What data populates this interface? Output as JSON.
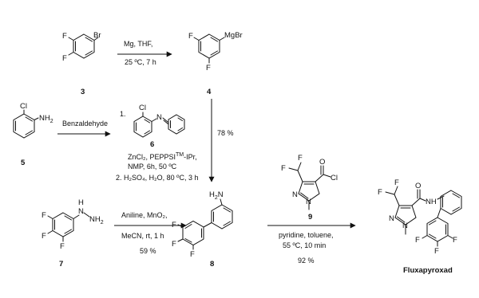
{
  "compounds": {
    "c3": {
      "number": "3",
      "atoms": {
        "f1": "F",
        "f2": "F",
        "br": "Br"
      }
    },
    "c4": {
      "number": "4",
      "atoms": {
        "f1": "F",
        "f2": "F",
        "mgbr": "MgBr"
      }
    },
    "c5": {
      "number": "5",
      "atoms": {
        "cl": "Cl",
        "nh2": "NH",
        "nh2_sub": "2"
      }
    },
    "c6": {
      "number": "6",
      "atoms": {
        "cl": "Cl",
        "n": "N"
      }
    },
    "c7": {
      "number": "7",
      "atoms": {
        "f1": "F",
        "f2": "F",
        "f3": "F",
        "nh": "H",
        "nh_n": "N",
        "n2": "N",
        "nh2": "NH",
        "nh2_sub": "2"
      }
    },
    "c8": {
      "number": "8",
      "atoms": {
        "h2n": "H",
        "h2n_sub": "2",
        "h2n_n": "N",
        "f1": "F",
        "f2": "F",
        "f3": "F"
      }
    },
    "c9": {
      "number": "9",
      "atoms": {
        "f1": "F",
        "f2": "F",
        "o": "O",
        "cl": "Cl",
        "n1": "N",
        "n2": "N"
      }
    },
    "fluxapyroxad": {
      "name": "Fluxapyroxad",
      "atoms": {
        "f1": "F",
        "f2": "F",
        "o": "O",
        "nh": "N",
        "nh_h": "H",
        "n1": "N",
        "n2": "N",
        "f3": "F",
        "f4": "F",
        "f5": "F"
      }
    }
  },
  "conditions": {
    "step_3_to_4": {
      "line1": "Mg, THF,",
      "line2": "25 ºC, 7 h"
    },
    "step_5_to_6": {
      "reagent": "Benzaldehyde"
    },
    "step_6_to_8": {
      "step1_marker": "1.",
      "line1": "ZnCl₂, PEPPSI",
      "line1_sup": "TM",
      "line1_end": "-IPr,",
      "line2": "NMP, 6h, 50 ºC",
      "line3": "2. H₂SO₄, H₂O, 80 ºC, 3 h"
    },
    "step_4_to_8": {
      "yield": "78 %"
    },
    "step_7_to_8": {
      "line1": "Aniline, MnO₂,",
      "line2": "MeCN, rt, 1 h",
      "yield": "59 %"
    },
    "step_8_to_product": {
      "line1": "pyridine, toluene,",
      "line2": "55 ºC, 10 min",
      "yield": "92 %"
    }
  }
}
